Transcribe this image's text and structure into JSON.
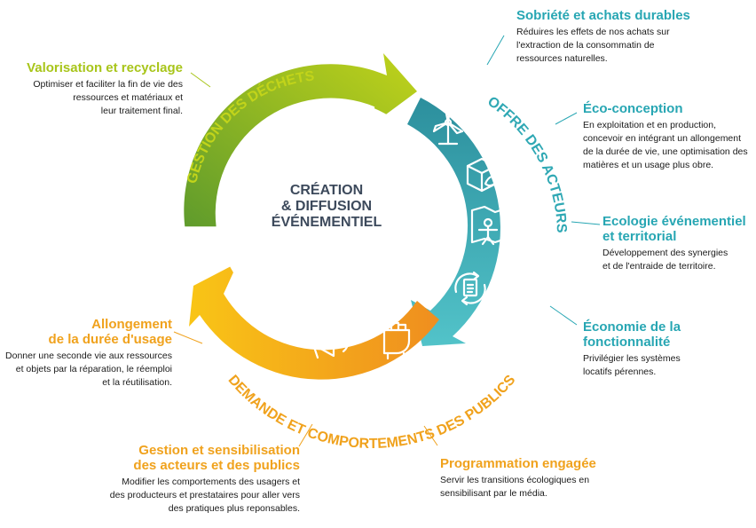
{
  "center": {
    "line1": "CRÉATION",
    "line2": "& DIFFUSION",
    "line3": "ÉVÉNEMENTIEL"
  },
  "arcs": {
    "green": "GESTION DES DÉCHETS",
    "teal": "OFFRE DES ACTEURS",
    "orange": "DEMANDE ET COMPORTEMENTS DES PUBLICS"
  },
  "colors": {
    "green": "#a8c51a",
    "teal": "#27a6b3",
    "orange": "#f0a21d",
    "center_text": "#3d4a5c"
  },
  "icons": {
    "green": [
      "recycle-icon"
    ],
    "teal": [
      "wind-turbine-icon",
      "box-leaf-icon",
      "territory-map-icon",
      "document-cycle-icon"
    ],
    "orange": [
      "tools-icon",
      "megaphone-icon",
      "raised-fist-icon"
    ]
  },
  "pillars": [
    {
      "title": "Sobriété et achats durables",
      "lines": [
        "Réduires les effets de nos achats sur",
        "l'extraction de la consommatin de",
        "ressources naturelles."
      ]
    },
    {
      "title": "Éco-conception",
      "lines": [
        "En exploitation et en production,",
        "concevoir en intégrant un allongement",
        "de la durée de vie, une optimisation des",
        "matières et un usage plus obre."
      ]
    },
    {
      "title": [
        "Ecologie événementiel",
        "et territorial"
      ],
      "lines": [
        "Développement des synergies",
        "et de l'entraide de territoire."
      ]
    },
    {
      "title": [
        "Économie de la",
        "fonctionnalité"
      ],
      "lines": [
        "Privilégier les systèmes",
        "locatifs pérennes."
      ]
    },
    {
      "title": "Programmation engagée",
      "lines": [
        "Servir les transitions écologiques en",
        "sensibilisant par le média."
      ]
    },
    {
      "title": [
        "Gestion et sensibilisation",
        "des acteurs et des publics"
      ],
      "lines": [
        "Modifier les comportements des usagers et",
        "des producteurs et prestataires pour aller vers",
        "des pratiques plus reponsables."
      ]
    },
    {
      "title": [
        "Allongement",
        "de la durée d'usage"
      ],
      "lines": [
        "Donner une seconde vie aux ressources",
        "et objets par la réparation, le réemploi",
        "et la réutilisation."
      ]
    },
    {
      "title": "Valorisation et recyclage",
      "lines": [
        "Optimiser et faciliter la fin de vie des",
        "ressources et matériaux et",
        "leur traitement final."
      ]
    }
  ]
}
